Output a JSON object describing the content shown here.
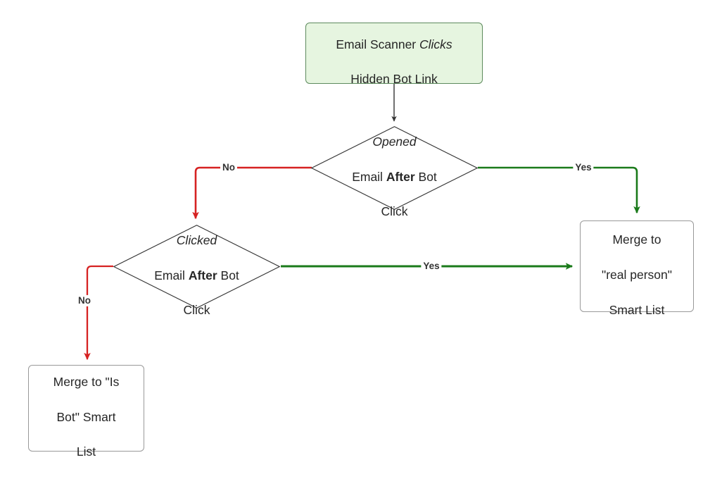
{
  "diagram": {
    "title": "Email Scanner Bot Detection Flow",
    "background": "#ffffff",
    "colors": {
      "yes_edge": "#1a7a1a",
      "no_edge": "#d62222",
      "default_edge": "#333333",
      "start_fill": "#e6f5e0",
      "start_stroke": "#5d8a5d",
      "box_fill": "#ffffff",
      "box_stroke": "#999999",
      "text": "#262626"
    },
    "nodes": [
      {
        "id": "start",
        "type": "rounded-rect",
        "line1_plain": "Email Scanner ",
        "line1_italic": "Clicks",
        "line2": "Hidden Bot Link",
        "text": "Email Scanner Clicks Hidden Bot Link"
      },
      {
        "id": "opened-decision",
        "type": "diamond",
        "line1_italic": "Opened",
        "line2_pre": "Email ",
        "line2_bold": "After",
        "line2_post": " Bot",
        "line3": "Click",
        "text": "Opened Email After Bot Click"
      },
      {
        "id": "clicked-decision",
        "type": "diamond",
        "line1_italic": "Clicked",
        "line2_pre": "Email ",
        "line2_bold": "After",
        "line2_post": " Bot",
        "line3": "Click",
        "text": "Clicked Email After Bot Click"
      },
      {
        "id": "real-person",
        "type": "rounded-rect",
        "line1": "Merge to",
        "line2": "\"real person\"",
        "line3": "Smart List",
        "text": "Merge to \"real person\" Smart List"
      },
      {
        "id": "is-bot",
        "type": "rounded-rect",
        "line1": "Merge to \"Is",
        "line2": "Bot\" Smart",
        "line3": "List",
        "text": "Merge to \"Is Bot\" Smart List"
      }
    ],
    "edges": [
      {
        "id": "start-to-opened",
        "from": "start",
        "to": "opened-decision",
        "label": "",
        "color": "#333333"
      },
      {
        "id": "opened-no",
        "from": "opened-decision",
        "to": "clicked-decision",
        "label": "No",
        "color": "#d62222"
      },
      {
        "id": "opened-yes",
        "from": "opened-decision",
        "to": "real-person",
        "label": "Yes",
        "color": "#1a7a1a"
      },
      {
        "id": "clicked-yes",
        "from": "clicked-decision",
        "to": "real-person",
        "label": "Yes",
        "color": "#1a7a1a"
      },
      {
        "id": "clicked-no",
        "from": "clicked-decision",
        "to": "is-bot",
        "label": "No",
        "color": "#d62222"
      }
    ]
  }
}
